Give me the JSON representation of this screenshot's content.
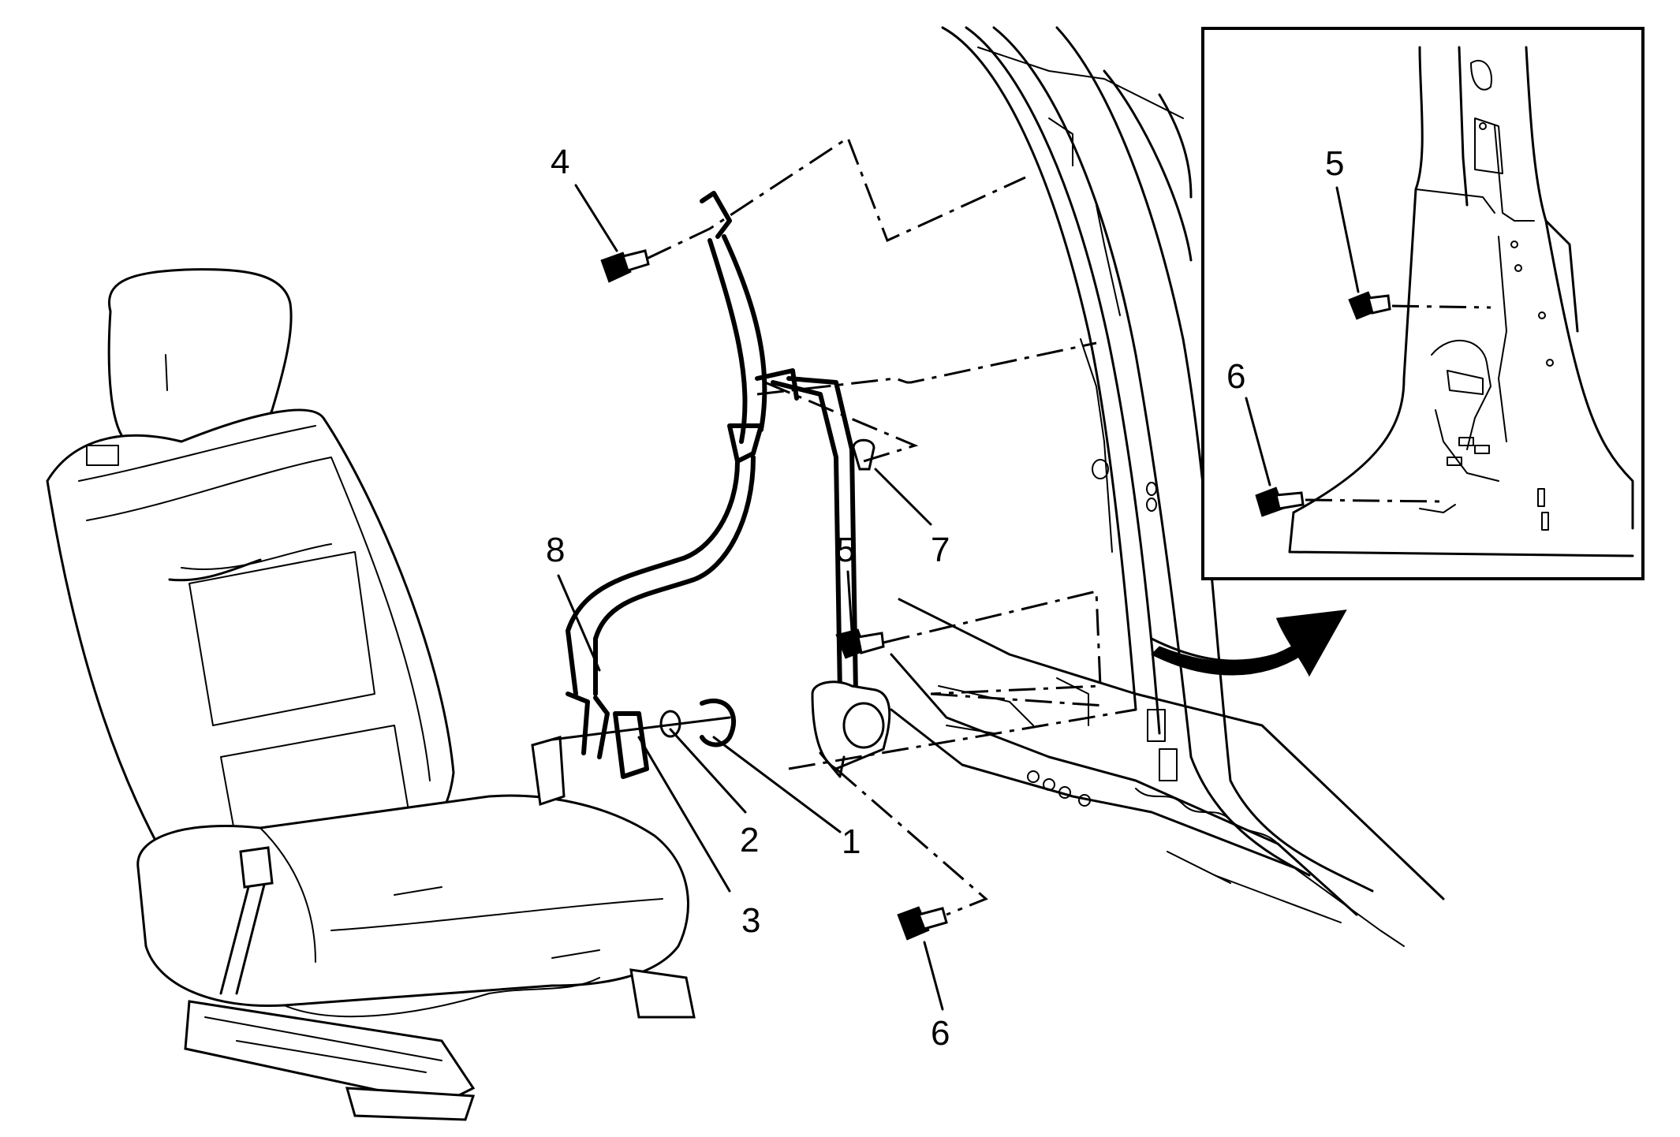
{
  "diagram": {
    "callouts": [
      {
        "id": "c1",
        "label": "1"
      },
      {
        "id": "c2",
        "label": "2"
      },
      {
        "id": "c3",
        "label": "3"
      },
      {
        "id": "c4",
        "label": "4"
      },
      {
        "id": "c5",
        "label": "5"
      },
      {
        "id": "c6",
        "label": "6"
      },
      {
        "id": "c7",
        "label": "7"
      },
      {
        "id": "c8",
        "label": "8"
      }
    ],
    "inset": {
      "callouts": [
        {
          "id": "i5",
          "label": "5"
        },
        {
          "id": "i6",
          "label": "6"
        }
      ]
    }
  }
}
